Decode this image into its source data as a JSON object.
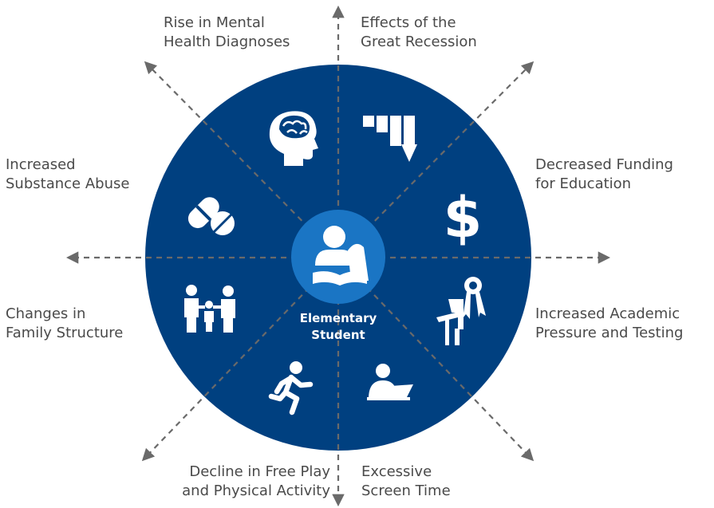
{
  "center": {
    "line1": "Elementary",
    "line2": "Student"
  },
  "colors": {
    "circle": "#004080",
    "center_circle": "#1a75c4",
    "arrow": "#6a6a6a",
    "text": "#4a4a4a",
    "icon": "#ffffff"
  },
  "factors": [
    {
      "id": "mental-health",
      "line1": "Rise in Mental",
      "line2": "Health Diagnoses",
      "icon": "brain-head-icon"
    },
    {
      "id": "great-recession",
      "line1": "Effects of the",
      "line2": "Great Recession",
      "icon": "declining-bars-arrow-icon"
    },
    {
      "id": "funding",
      "line1": "Decreased Funding",
      "line2": "for Education",
      "icon": "dollar-sign-icon"
    },
    {
      "id": "academic-pressure",
      "line1": "Increased Academic",
      "line2": "Pressure and Testing",
      "icon": "desk-award-ribbon-icon"
    },
    {
      "id": "screen-time",
      "line1": "Excessive",
      "line2": "Screen Time",
      "icon": "person-laptop-icon"
    },
    {
      "id": "free-play",
      "line1": "Decline in Free Play",
      "line2": "and Physical Activity",
      "icon": "running-person-icon"
    },
    {
      "id": "family-structure",
      "line1": "Changes in",
      "line2": "Family Structure",
      "icon": "family-icon"
    },
    {
      "id": "substance-abuse",
      "line1": "Increased",
      "line2": "Substance Abuse",
      "icon": "pills-icon"
    }
  ]
}
